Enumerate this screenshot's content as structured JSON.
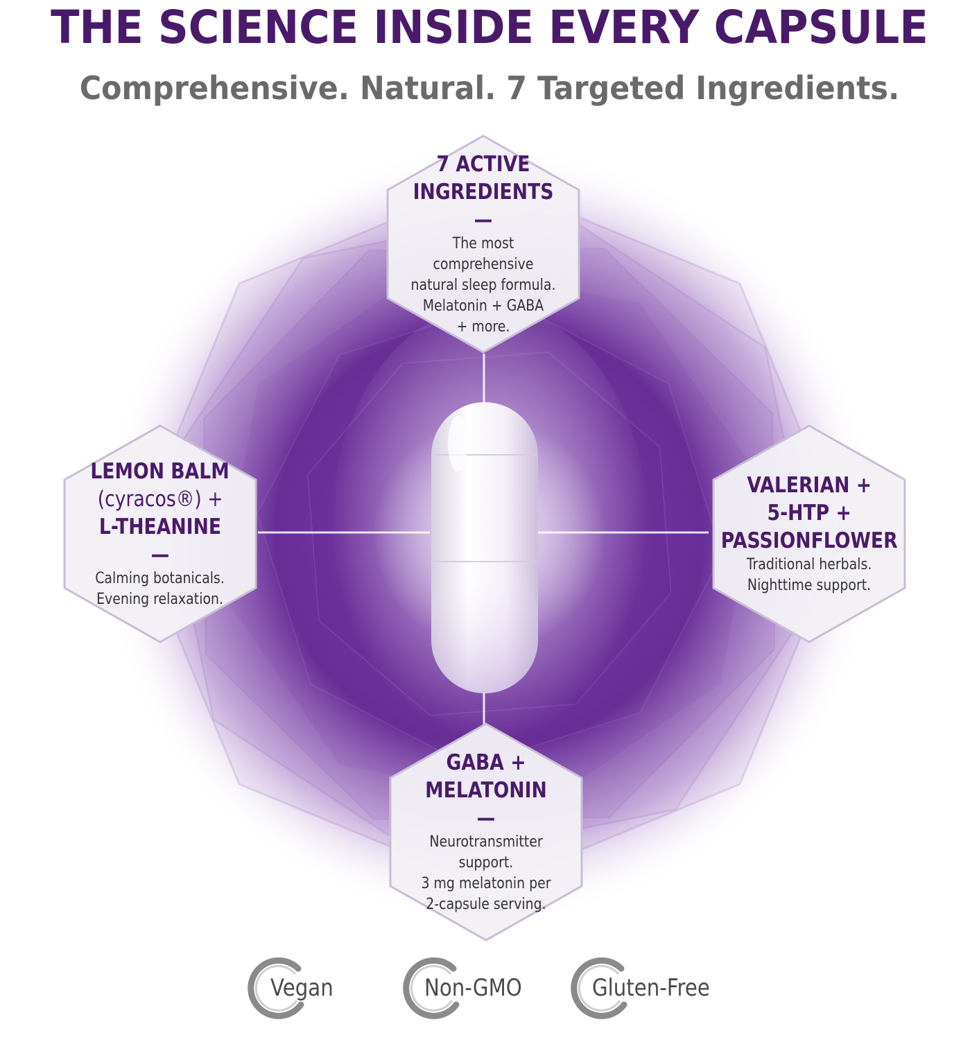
{
  "header": {
    "title": "THE SCIENCE INSIDE EVERY CAPSULE",
    "subtitle": "Comprehensive. Natural. 7 Targeted Ingredients."
  },
  "cards": {
    "top": {
      "title": "7 ACTIVE\nINGREDIENTS —",
      "description": "The most comprehensive\nnatural sleep formula.\nMelatonin + GABA\n+ more."
    },
    "left": {
      "title_line1": "LEMON BALM",
      "title_line2": "(cyracos®) +",
      "title_line3": "L-THEANINE —",
      "description": "Calming botanicals.\nEvening relaxation."
    },
    "right": {
      "title": "VALERIAN +\n5-HTP +\nPASSIONFLOWER",
      "description": "Traditional herbals.\nNighttime support."
    },
    "bottom": {
      "title": "GABA +\nMELATONIN —",
      "description": "Neurotransmitter support.\n3 mg melatonin per\n2-capsule serving."
    }
  },
  "badges": [
    {
      "label": "Vegan"
    },
    {
      "label": "Non-GMO"
    },
    {
      "label": "Gluten-Free"
    }
  ],
  "colors": {
    "brand_purple": "#4a1a6a",
    "glow_purple": "#6a2a9a",
    "subtitle_gray": "#6a6a6a",
    "badge_gray": "#8a8a8a"
  }
}
